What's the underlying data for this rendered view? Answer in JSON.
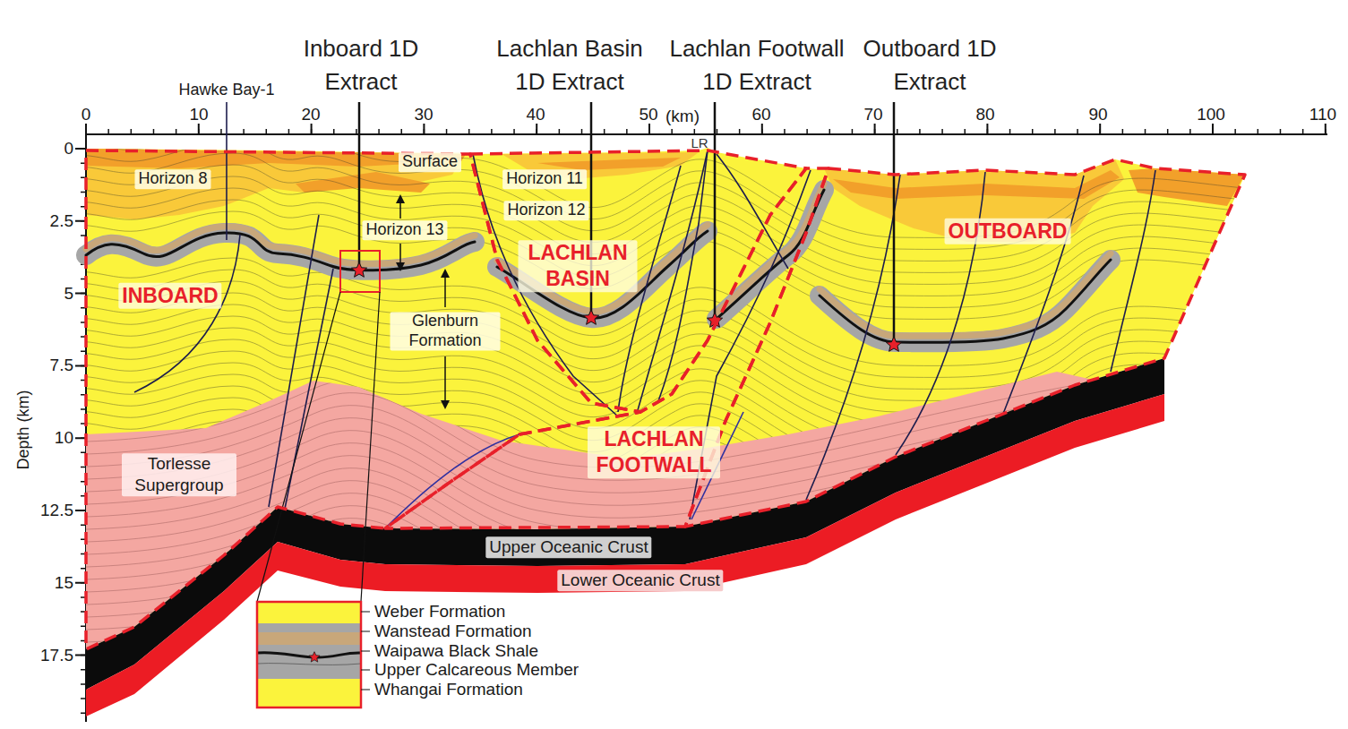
{
  "diagram": {
    "nodes": [
      {
        "text": [
          "INBOARD"
        ]
      },
      {
        "text": [
          "LACHLAN BASIN"
        ]
      },
      {
        "text": [
          "LACHLAN FOOTWALL"
        ]
      },
      {
        "text": [
          "OUTBOARD"
        ]
      },
      {
        "text": [
          "Torlesse Supergroup"
        ]
      },
      {
        "text": [
          "Upper Oceanic Crust"
        ]
      },
      {
        "text": [
          "Lower Oceanic Crust"
        ]
      }
    ],
    "labels": [
      "0",
      "10",
      "20",
      "30",
      "40",
      "50",
      "(km)",
      "60",
      "70",
      "80",
      "90",
      "100",
      "110",
      "Hawke Bay-1",
      "Inboard 1D Extract",
      "Lachlan Basin 1D Extract",
      "Lachlan Footwall 1D Extract",
      "Outboard 1D Extract",
      "LR",
      "0",
      "2.5",
      "5",
      "7.5",
      "10",
      "12.5",
      "15",
      "17.5",
      "Depth (km)",
      "Horizon 8",
      "Surface",
      "Horizon 11",
      "Horizon 12",
      "Horizon 13",
      "Glenburn Formation",
      "Weber Formation",
      "Wanstead Formation",
      "Waipawa Black Shale",
      "Upper Calcareous Member",
      "Whangai Formation"
    ]
  }
}
